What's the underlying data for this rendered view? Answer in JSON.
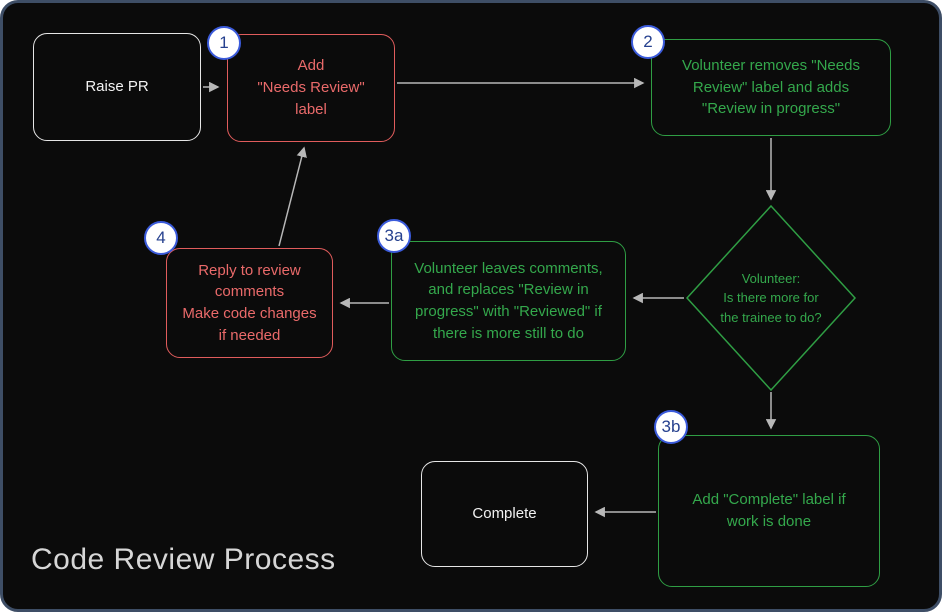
{
  "title": "Code Review Process",
  "colors": {
    "background": "#0b0b0b",
    "frame_border": "#3e4e66",
    "red_node": "#e05c5c",
    "green_node": "#2f9e44",
    "neutral_node": "#e6e6e6",
    "arrow": "#b8b8b8",
    "badge_border": "#3b5bdb",
    "badge_text": "#26418f"
  },
  "nodes": {
    "raise_pr": {
      "label": "Raise PR"
    },
    "step1": {
      "badge": "1",
      "label": "Add\n\"Needs Review\"\nlabel"
    },
    "step2": {
      "badge": "2",
      "label": "Volunteer removes \"Needs\nReview\" label and adds\n\"Review in progress\""
    },
    "decision": {
      "label": "Volunteer:\nIs there more for\nthe trainee to do?"
    },
    "step3a": {
      "badge": "3a",
      "label": "Volunteer leaves comments,\nand replaces \"Review in\nprogress\" with \"Reviewed\" if\nthere is more still to do"
    },
    "step4": {
      "badge": "4",
      "label": "Reply to review\ncomments\nMake code changes\nif needed"
    },
    "step3b": {
      "badge": "3b",
      "label": "Add \"Complete\" label if\nwork is done"
    },
    "complete": {
      "label": "Complete"
    }
  }
}
